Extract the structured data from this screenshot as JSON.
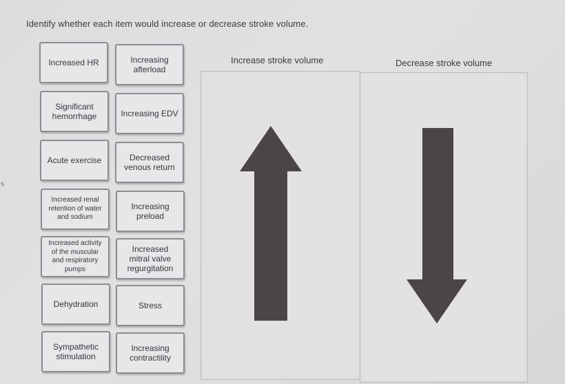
{
  "prompt": "Identify whether each item would increase or decrease stroke volume.",
  "edge_fragment": "s",
  "items": [
    {
      "label": "Increased HR"
    },
    {
      "label": "Increasing\nafterload"
    },
    {
      "label": "Significant\nhemorrhage"
    },
    {
      "label": "Increasing EDV"
    },
    {
      "label": "Acute exercise"
    },
    {
      "label": "Decreased\nvenous return"
    },
    {
      "label": "Increased renal\nretention of water\nand sodium"
    },
    {
      "label": "Increasing\npreload"
    },
    {
      "label": "Increased activity\nof the muscular\nand respiratory\npumps"
    },
    {
      "label": "Increased\nmitral valve\nregurgitation"
    },
    {
      "label": "Dehydration"
    },
    {
      "label": "Stress"
    },
    {
      "label": "Sympathetic\nstimulation"
    },
    {
      "label": "Increasing\ncontractility"
    }
  ],
  "zones": {
    "increase": {
      "title": "Increase stroke volume",
      "arrow": "up-arrow-icon"
    },
    "decrease": {
      "title": "Decrease stroke volume",
      "arrow": "down-arrow-icon"
    }
  },
  "colors": {
    "arrow": "#4a4546",
    "card_border": "#8d8c92",
    "card_bg": "#e8e6e8"
  }
}
